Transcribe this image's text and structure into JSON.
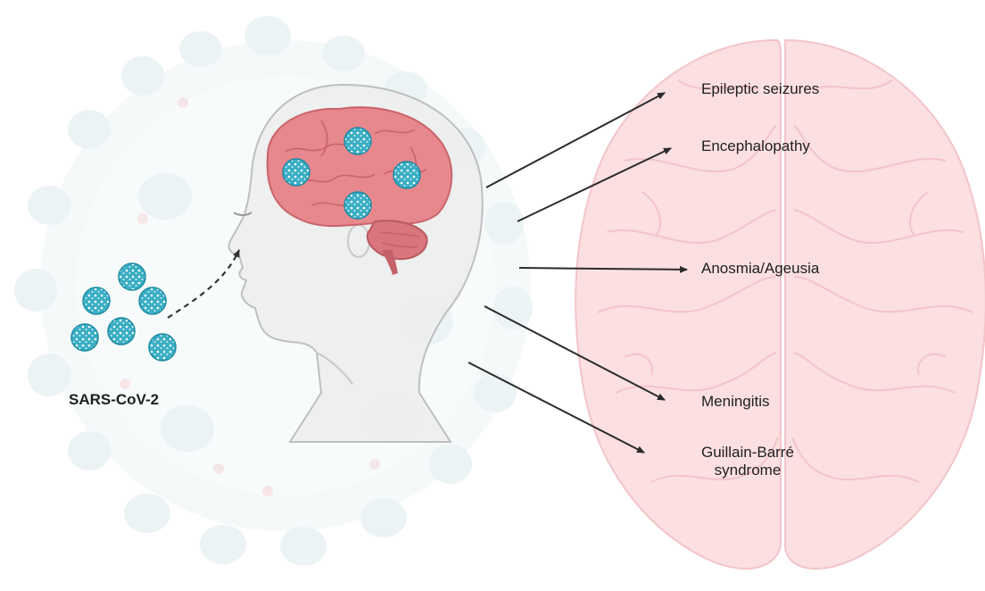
{
  "virus": {
    "label": "SARS-CoV-2"
  },
  "symptoms": [
    {
      "label": "Epileptic seizures"
    },
    {
      "label": "Encephalopathy"
    },
    {
      "label": "Anosmia/Ageusia"
    },
    {
      "label": "Meningitis"
    },
    {
      "label": "Guillain-Barré",
      "label2": "syndrome"
    }
  ],
  "colors": {
    "virus_teal": "#2fa9c2",
    "brain_pink": "#e7868c",
    "large_brain": "#fbdde0",
    "arrow": "#2b2b2b",
    "background_virus": "#e3eef1",
    "head_fill": "#eeeeee"
  }
}
